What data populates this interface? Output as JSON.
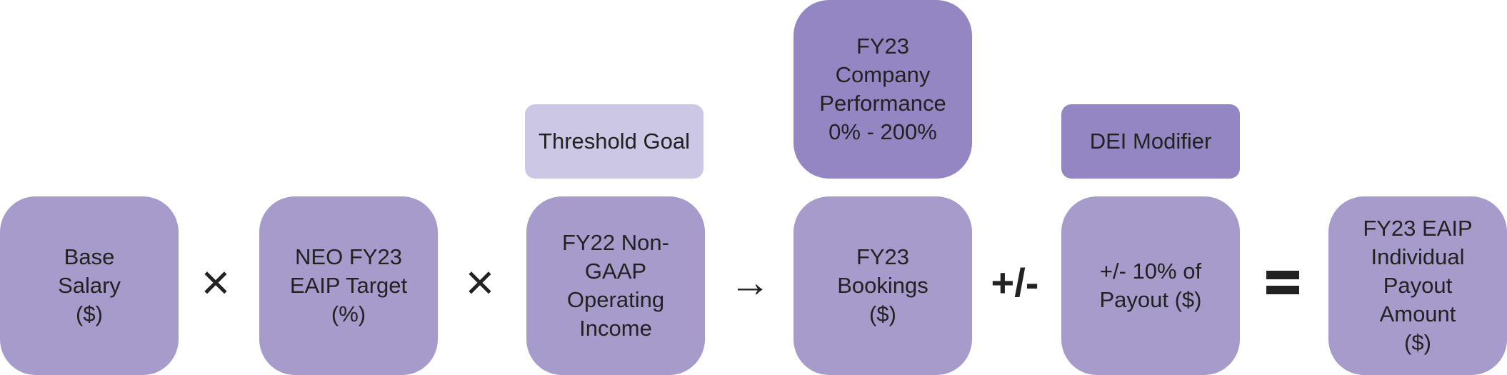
{
  "diagram": {
    "boxes": {
      "base_salary": "Base\nSalary\n($)",
      "target": "NEO FY23\nEAIP Target\n(%)",
      "operating_income": "FY22 Non-\nGAAP\nOperating\nIncome",
      "bookings": "FY23\nBookings\n($)",
      "modifier_payout": "+/- 10% of\nPayout ($)",
      "payout": "FY23 EAIP\nIndividual\nPayout\nAmount\n($)"
    },
    "top_boxes": {
      "threshold": "Threshold Goal",
      "performance": "FY23 Company\nPerformance\n0% - 200%",
      "dei": "DEI Modifier"
    },
    "operators": {
      "times1": "×",
      "times2": "×",
      "arrow": "→",
      "plusminus": "+/-"
    },
    "colors": {
      "box": "#a69bcb",
      "box_dark": "#9486c2",
      "box_light": "#cdc7e6"
    }
  }
}
